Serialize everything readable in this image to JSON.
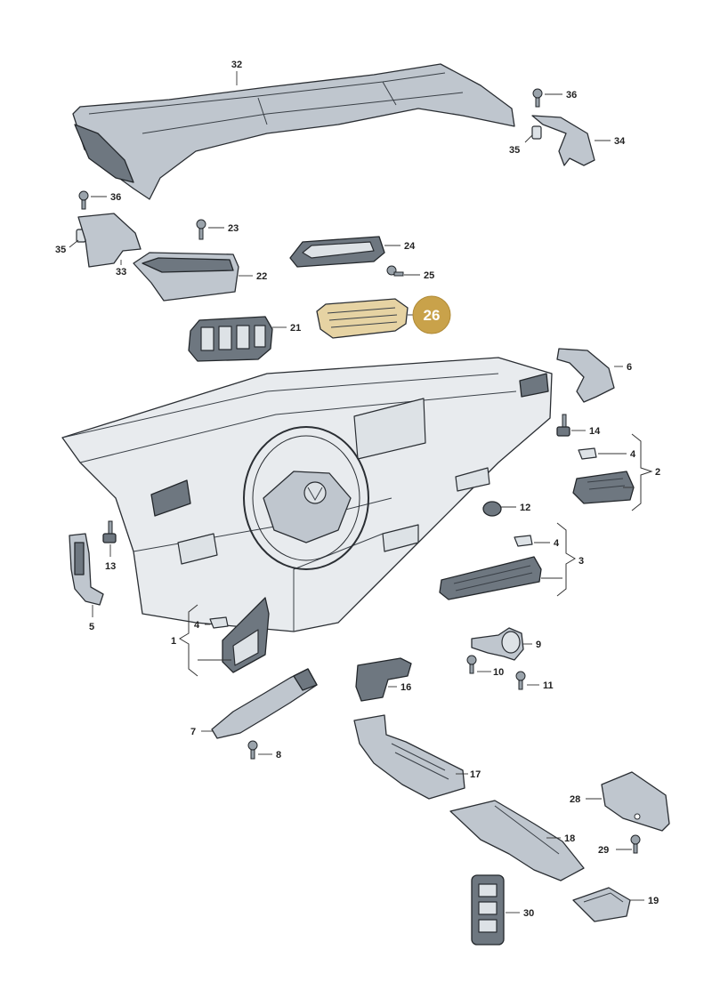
{
  "diagram": {
    "callouts": [
      {
        "id": "32",
        "label": "32"
      },
      {
        "id": "36a",
        "label": "36"
      },
      {
        "id": "34",
        "label": "34"
      },
      {
        "id": "35a",
        "label": "35"
      },
      {
        "id": "36b",
        "label": "36"
      },
      {
        "id": "35b",
        "label": "35"
      },
      {
        "id": "33",
        "label": "33"
      },
      {
        "id": "23",
        "label": "23"
      },
      {
        "id": "22",
        "label": "22"
      },
      {
        "id": "24",
        "label": "24"
      },
      {
        "id": "25",
        "label": "25"
      },
      {
        "id": "21",
        "label": "21"
      },
      {
        "id": "6",
        "label": "6"
      },
      {
        "id": "14",
        "label": "14"
      },
      {
        "id": "4a",
        "label": "4"
      },
      {
        "id": "2",
        "label": "2"
      },
      {
        "id": "12",
        "label": "12"
      },
      {
        "id": "4b",
        "label": "4"
      },
      {
        "id": "3",
        "label": "3"
      },
      {
        "id": "13",
        "label": "13"
      },
      {
        "id": "5",
        "label": "5"
      },
      {
        "id": "4c",
        "label": "4"
      },
      {
        "id": "1",
        "label": "1"
      },
      {
        "id": "9",
        "label": "9"
      },
      {
        "id": "10",
        "label": "10"
      },
      {
        "id": "11",
        "label": "11"
      },
      {
        "id": "16",
        "label": "16"
      },
      {
        "id": "7",
        "label": "7"
      },
      {
        "id": "8",
        "label": "8"
      },
      {
        "id": "17",
        "label": "17"
      },
      {
        "id": "28",
        "label": "28"
      },
      {
        "id": "18",
        "label": "18"
      },
      {
        "id": "29",
        "label": "29"
      },
      {
        "id": "30",
        "label": "30"
      },
      {
        "id": "19",
        "label": "19"
      }
    ],
    "highlighted": {
      "label": "26",
      "color": "#c9a24a",
      "part_color": "#e6d3a3"
    },
    "colors": {
      "part": "#bfc6ce",
      "outline": "#2a2e33",
      "dash": "#e8ebee"
    }
  }
}
